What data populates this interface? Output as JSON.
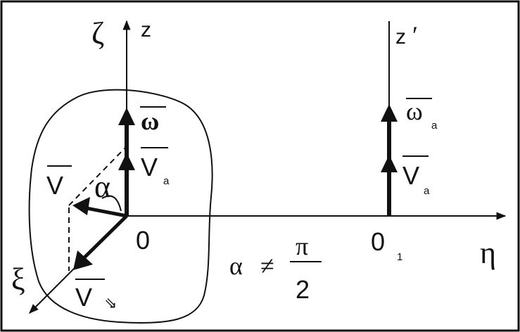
{
  "labels": {
    "zeta": "ζ",
    "z": "z",
    "z_prime": "z",
    "prime": "′",
    "eta": "η",
    "xi": "ξ",
    "origin": "0",
    "origin1": "0",
    "origin1_sub": "1",
    "omega": "ω",
    "Va": "V",
    "Va_sub": "a",
    "omega_a": "ω",
    "omega_a_sub": "a",
    "Va_right": "V",
    "Va_right_sub": "a",
    "V": "V",
    "alpha": "α",
    "V_bottom": "V",
    "V_bottom_sub": "⇘",
    "condition_alpha": "α",
    "condition_neq": "≠",
    "condition_pi": "π",
    "condition_2": "2"
  },
  "colors": {
    "ink": "#111111",
    "background": "#ffffff"
  }
}
